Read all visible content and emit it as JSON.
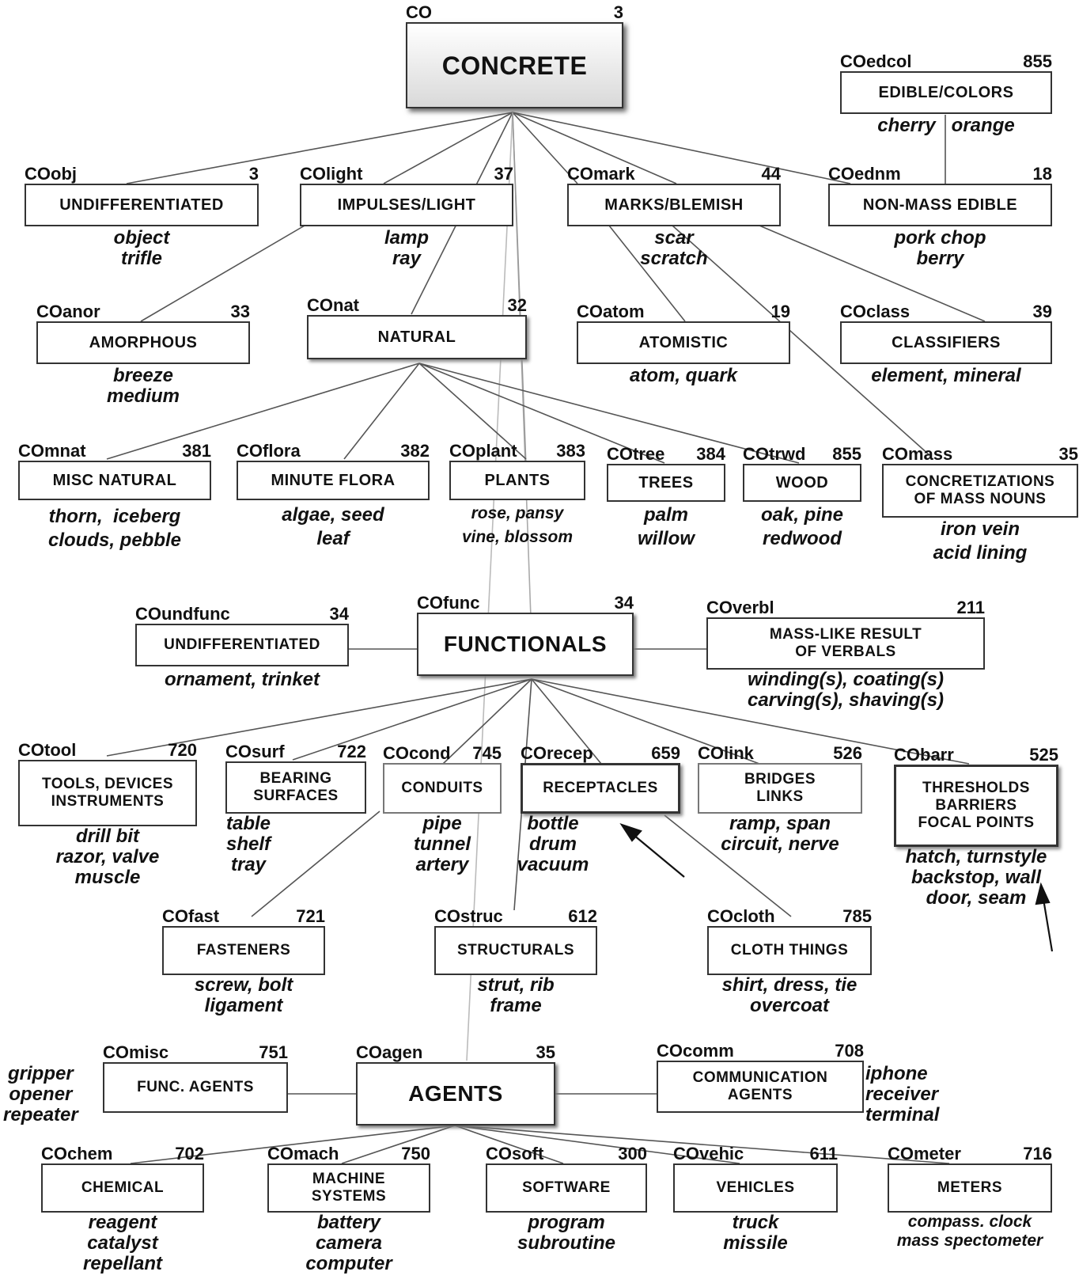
{
  "nodes": {
    "concrete": {
      "code": "CO",
      "count": "3",
      "label": "CONCRETE",
      "examples": ""
    },
    "edcol": {
      "code": "COedcol",
      "count": "855",
      "label": "EDIBLE/COLORS",
      "examples": "cherry   orange"
    },
    "obj": {
      "code": "COobj",
      "count": "3",
      "label": "UNDIFFERENTIATED",
      "examples": "object\ntrifle"
    },
    "light": {
      "code": "COlight",
      "count": "37",
      "label": "IMPULSES/LIGHT",
      "examples": "lamp\nray"
    },
    "mark": {
      "code": "COmark",
      "count": "44",
      "label": "MARKS/BLEMISH",
      "examples": "scar\nscratch"
    },
    "ednm": {
      "code": "COednm",
      "count": "18",
      "label": "NON-MASS EDIBLE",
      "examples": "pork chop\nberry"
    },
    "anor": {
      "code": "COanor",
      "count": "33",
      "label": "AMORPHOUS",
      "examples": "breeze\nmedium"
    },
    "nat": {
      "code": "COnat",
      "count": "32",
      "label": "NATURAL",
      "examples": ""
    },
    "atom": {
      "code": "COatom",
      "count": "19",
      "label": "ATOMISTIC",
      "examples": "atom, quark"
    },
    "class": {
      "code": "COclass",
      "count": "39",
      "label": "CLASSIFIERS",
      "examples": "element, mineral"
    },
    "mnat": {
      "code": "COmnat",
      "count": "381",
      "label": "MISC NATURAL",
      "examples": "thorn,  iceberg\nclouds, pebble"
    },
    "flora": {
      "code": "COflora",
      "count": "382",
      "label": "MINUTE FLORA",
      "examples": "algae, seed\nleaf"
    },
    "plant": {
      "code": "COplant",
      "count": "383",
      "label": "PLANTS",
      "examples": "rose, pansy\nvine, blossom"
    },
    "tree": {
      "code": "COtree",
      "count": "384",
      "label": "TREES",
      "examples": "palm\nwillow"
    },
    "trwd": {
      "code": "COtrwd",
      "count": "855",
      "label": "WOOD",
      "examples": "oak, pine\nredwood"
    },
    "mass": {
      "code": "COmass",
      "count": "35",
      "label": "CONCRETIZATIONS\nOF MASS NOUNS",
      "examples": "iron vein\nacid lining"
    },
    "undfunc": {
      "code": "COundfunc",
      "count": "34",
      "label": "UNDIFFERENTIATED",
      "examples": "ornament, trinket"
    },
    "func": {
      "code": "COfunc",
      "count": "34",
      "label": "FUNCTIONALS",
      "examples": ""
    },
    "verbl": {
      "code": "COverbl",
      "count": "211",
      "label": "MASS-LIKE RESULT\nOF VERBALS",
      "examples": "winding(s), coating(s)\ncarving(s), shaving(s)"
    },
    "tool": {
      "code": "COtool",
      "count": "720",
      "label": "TOOLS, DEVICES\nINSTRUMENTS",
      "examples": "drill bit\nrazor, valve\nmuscle"
    },
    "surf": {
      "code": "COsurf",
      "count": "722",
      "label": "BEARING\nSURFACES",
      "examples": "table\nshelf\ntray"
    },
    "cond": {
      "code": "COcond",
      "count": "745",
      "label": "CONDUITS",
      "examples": "pipe\ntunnel\nartery"
    },
    "recep": {
      "code": "COrecep",
      "count": "659",
      "label": "RECEPTACLES",
      "examples": "bottle\ndrum\nvacuum"
    },
    "link": {
      "code": "COlink",
      "count": "526",
      "label": "BRIDGES\nLINKS",
      "examples": "ramp, span\ncircuit, nerve"
    },
    "barr": {
      "code": "CObarr",
      "count": "525",
      "label": "THRESHOLDS\nBARRIERS\nFOCAL POINTS",
      "examples": "hatch, turnstyle\nbackstop, wall\ndoor, seam"
    },
    "fast": {
      "code": "COfast",
      "count": "721",
      "label": "FASTENERS",
      "examples": "screw, bolt\nligament"
    },
    "struc": {
      "code": "COstruc",
      "count": "612",
      "label": "STRUCTURALS",
      "examples": "strut, rib\nframe"
    },
    "cloth": {
      "code": "COcloth",
      "count": "785",
      "label": "CLOTH THINGS",
      "examples": "shirt, dress, tie\novercoat"
    },
    "misc": {
      "code": "COmisc",
      "count": "751",
      "label": "FUNC. AGENTS",
      "examples": "gripper\nopener\nrepeater"
    },
    "agen": {
      "code": "COagen",
      "count": "35",
      "label": "AGENTS",
      "examples": ""
    },
    "comm": {
      "code": "COcomm",
      "count": "708",
      "label": "COMMUNICATION\nAGENTS",
      "examples": "iphone\nreceiver\nterminal"
    },
    "chem": {
      "code": "COchem",
      "count": "702",
      "label": "CHEMICAL",
      "examples": "reagent\ncatalyst\nrepellant"
    },
    "mach": {
      "code": "COmach",
      "count": "750",
      "label": "MACHINE\nSYSTEMS",
      "examples": "battery\ncamera\ncomputer"
    },
    "soft": {
      "code": "COsoft",
      "count": "300",
      "label": "SOFTWARE",
      "examples": "program\nsubroutine"
    },
    "vehic": {
      "code": "COvehic",
      "count": "611",
      "label": "VEHICLES",
      "examples": "truck\nmissile"
    },
    "meter": {
      "code": "COmeter",
      "count": "716",
      "label": "METERS",
      "examples": "compass. clock\nmass spectometer"
    }
  }
}
